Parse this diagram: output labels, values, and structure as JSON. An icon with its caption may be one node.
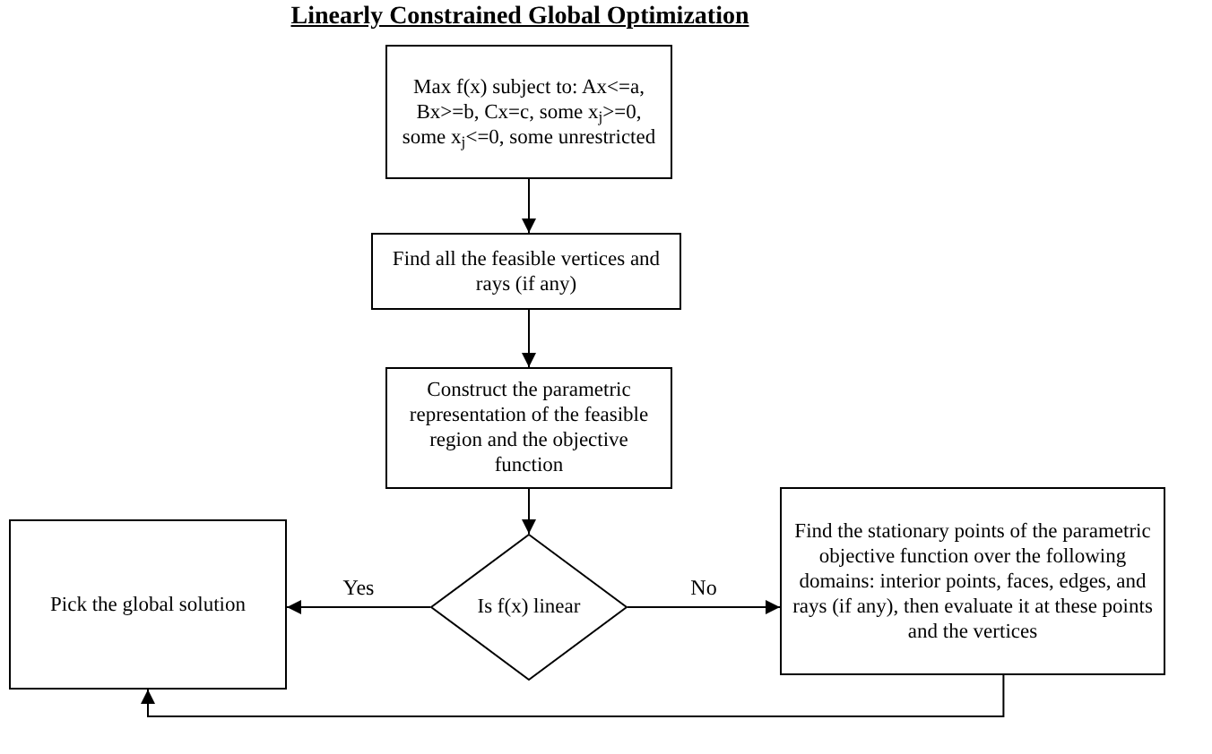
{
  "diagram": {
    "title": "Linearly Constrained Global Optimization",
    "nodes": [
      {
        "text": [
          "Max f(x) subject to: Ax<=a, Bx>=b, Cx=c, some x$_{j}$>=0, some x$_{j}$<=0, some unrestricted"
        ]
      },
      {
        "text": [
          "Find all the feasible vertices and rays (if any)"
        ]
      },
      {
        "text": [
          "Construct the parametric representation of the feasible region and the objective function"
        ]
      },
      {
        "text": [
          "Is f(x) linear"
        ]
      },
      {
        "text": [
          "Pick the global solution"
        ]
      },
      {
        "text": [
          "Find the stationary points of the parametric objective function over the following domains: interior points, faces, edges, and rays (if any), then evaluate it at these points and the vertices"
        ]
      }
    ],
    "edges": [
      {
        "from": 0,
        "to": 1,
        "arrow": "to"
      },
      {
        "from": 1,
        "to": 2,
        "arrow": "to"
      },
      {
        "from": 2,
        "to": 3,
        "arrow": "to"
      },
      {
        "from": 3,
        "to": 4,
        "arrow": "to",
        "label": "Yes"
      },
      {
        "from": 3,
        "to": 5,
        "arrow": "to",
        "label": "No"
      },
      {
        "from": 5,
        "to": 4,
        "arrow": "to"
      }
    ]
  }
}
